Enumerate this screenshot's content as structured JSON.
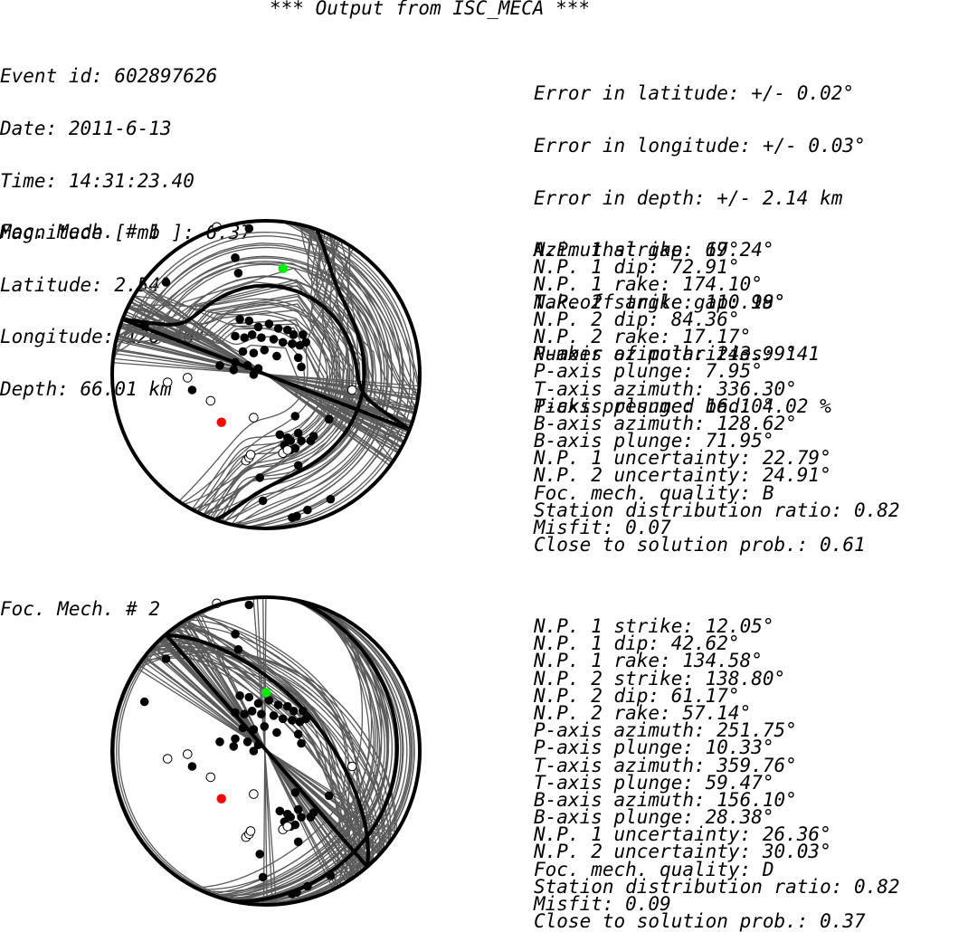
{
  "header": {
    "title": "*** Output from ISC_MECA ***"
  },
  "event": {
    "lines": [
      "Event id: 602897626",
      "Date: 2011-6-13",
      "Time: 14:31:23.40",
      "Magnitude [ mb ]: 6.37",
      "Latitude: 2.54°",
      "Longitude: 126.46°",
      "Depth: 66.01 km"
    ]
  },
  "errors": {
    "lines": [
      "Error in latitude: +/- 0.02°",
      "Error in longitude: +/- 0.03°",
      "Error in depth: +/- 2.14 km",
      "Azimuthal gap: 67°",
      "Takeoff angle gap: 19°",
      "Number of polarities: 141",
      "Picks presumed bad: 4.02 %"
    ]
  },
  "mechanisms": [
    {
      "label": "Foc. Mech. # 1",
      "params": [
        "N.P. 1 strike: 19.24°",
        "N.P. 1 dip: 72.91°",
        "N.P. 1 rake: 174.10°",
        "N.P. 2 strike: 110.98°",
        "N.P. 2 dip: 84.36°",
        "N.P. 2 rake: 17.17°",
        "P-axis azimuth: 243.99°",
        "P-axis plunge: 7.95°",
        "T-axis azimuth: 336.30°",
        "T-axis plunge: 16.10°",
        "B-axis azimuth: 128.62°",
        "B-axis plunge: 71.95°",
        "N.P. 1 uncertainty: 22.79°",
        "N.P. 2 uncertainty: 24.91°",
        "Foc. mech. quality: B",
        "Station distribution ratio: 0.82",
        "Misfit: 0.07",
        "Close to solution prob.: 0.61"
      ],
      "plane1": {
        "strike": 19.24,
        "dip": 72.91
      },
      "plane2": {
        "strike": 110.98,
        "dip": 84.36
      },
      "green_marker": [
        0.11,
        -0.69
      ]
    },
    {
      "label": "Foc. Mech. # 2",
      "params": [
        "N.P. 1 strike: 12.05°",
        "N.P. 1 dip: 42.62°",
        "N.P. 1 rake: 134.58°",
        "N.P. 2 strike: 138.80°",
        "N.P. 2 dip: 61.17°",
        "N.P. 2 rake: 57.14°",
        "P-axis azimuth: 251.75°",
        "P-axis plunge: 10.33°",
        "T-axis azimuth: 359.76°",
        "T-axis plunge: 59.47°",
        "B-axis azimuth: 156.10°",
        "B-axis plunge: 28.38°",
        "N.P. 1 uncertainty: 26.36°",
        "N.P. 2 uncertainty: 30.03°",
        "Foc. mech. quality: D",
        "Station distribution ratio: 0.82",
        "Misfit: 0.09",
        "Close to solution prob.: 0.37"
      ],
      "plane1": {
        "strike": 12.05,
        "dip": 42.62
      },
      "plane2": {
        "strike": 138.8,
        "dip": 61.17
      },
      "green_marker": [
        0.0,
        -0.38
      ]
    }
  ],
  "colors": {
    "nodal_plane": "#000000",
    "uncertainty_planes": "#5a5a5a",
    "compression_polarity": "#000000",
    "dilatation_polarity": "#ffffff",
    "p_axis_marker": "#00ee00",
    "t_axis_marker": "#ff0000"
  },
  "polarities": {
    "compressional": [
      [
        -0.65,
        -0.6
      ],
      [
        -0.18,
        -0.66
      ],
      [
        -0.2,
        -0.76
      ],
      [
        -0.17,
        -0.36
      ],
      [
        -0.11,
        -0.35
      ],
      [
        -0.05,
        -0.31
      ],
      [
        0.02,
        -0.33
      ],
      [
        0.08,
        -0.3
      ],
      [
        0.14,
        -0.29
      ],
      [
        0.18,
        -0.26
      ],
      [
        0.24,
        -0.26
      ],
      [
        -0.2,
        -0.25
      ],
      [
        -0.14,
        -0.24
      ],
      [
        -0.09,
        -0.26
      ],
      [
        -0.03,
        -0.24
      ],
      [
        0.05,
        -0.23
      ],
      [
        0.11,
        -0.21
      ],
      [
        0.17,
        -0.2
      ],
      [
        0.22,
        -0.19
      ],
      [
        0.26,
        -0.21
      ],
      [
        -0.15,
        -0.15
      ],
      [
        -0.08,
        -0.14
      ],
      [
        -0.01,
        -0.16
      ],
      [
        0.07,
        -0.12
      ],
      [
        0.21,
        -0.11
      ],
      [
        -0.2,
        -0.08
      ],
      [
        -0.12,
        -0.06
      ],
      [
        -0.05,
        -0.04
      ],
      [
        -0.08,
        0.0
      ],
      [
        0.23,
        -0.05
      ],
      [
        -0.21,
        -0.03
      ],
      [
        -0.3,
        -0.06
      ],
      [
        -0.48,
        0.1
      ],
      [
        -0.79,
        -0.32
      ],
      [
        0.19,
        0.27
      ],
      [
        0.09,
        0.39
      ],
      [
        0.14,
        0.41
      ],
      [
        0.16,
        0.43
      ],
      [
        0.12,
        0.46
      ],
      [
        0.16,
        0.49
      ],
      [
        0.19,
        0.48
      ],
      [
        0.21,
        0.38
      ],
      [
        0.23,
        0.43
      ],
      [
        0.29,
        0.43
      ],
      [
        0.21,
        0.59
      ],
      [
        0.31,
        0.4
      ],
      [
        0.41,
        0.29
      ],
      [
        -0.04,
        0.67
      ],
      [
        0.17,
        0.93
      ],
      [
        0.2,
        0.92
      ],
      [
        0.27,
        0.88
      ],
      [
        0.42,
        0.81
      ],
      [
        -0.11,
        -0.95
      ],
      [
        -0.02,
        0.82
      ]
    ],
    "dilatational": [
      [
        -0.32,
        -0.96
      ],
      [
        -0.36,
        0.17
      ],
      [
        -0.64,
        0.05
      ],
      [
        -0.51,
        0.02
      ],
      [
        -0.08,
        0.28
      ],
      [
        -0.13,
        0.56
      ],
      [
        -0.11,
        0.54
      ],
      [
        -0.1,
        0.52
      ],
      [
        0.56,
        0.1
      ],
      [
        0.11,
        0.51
      ],
      [
        0.14,
        0.49
      ]
    ]
  }
}
